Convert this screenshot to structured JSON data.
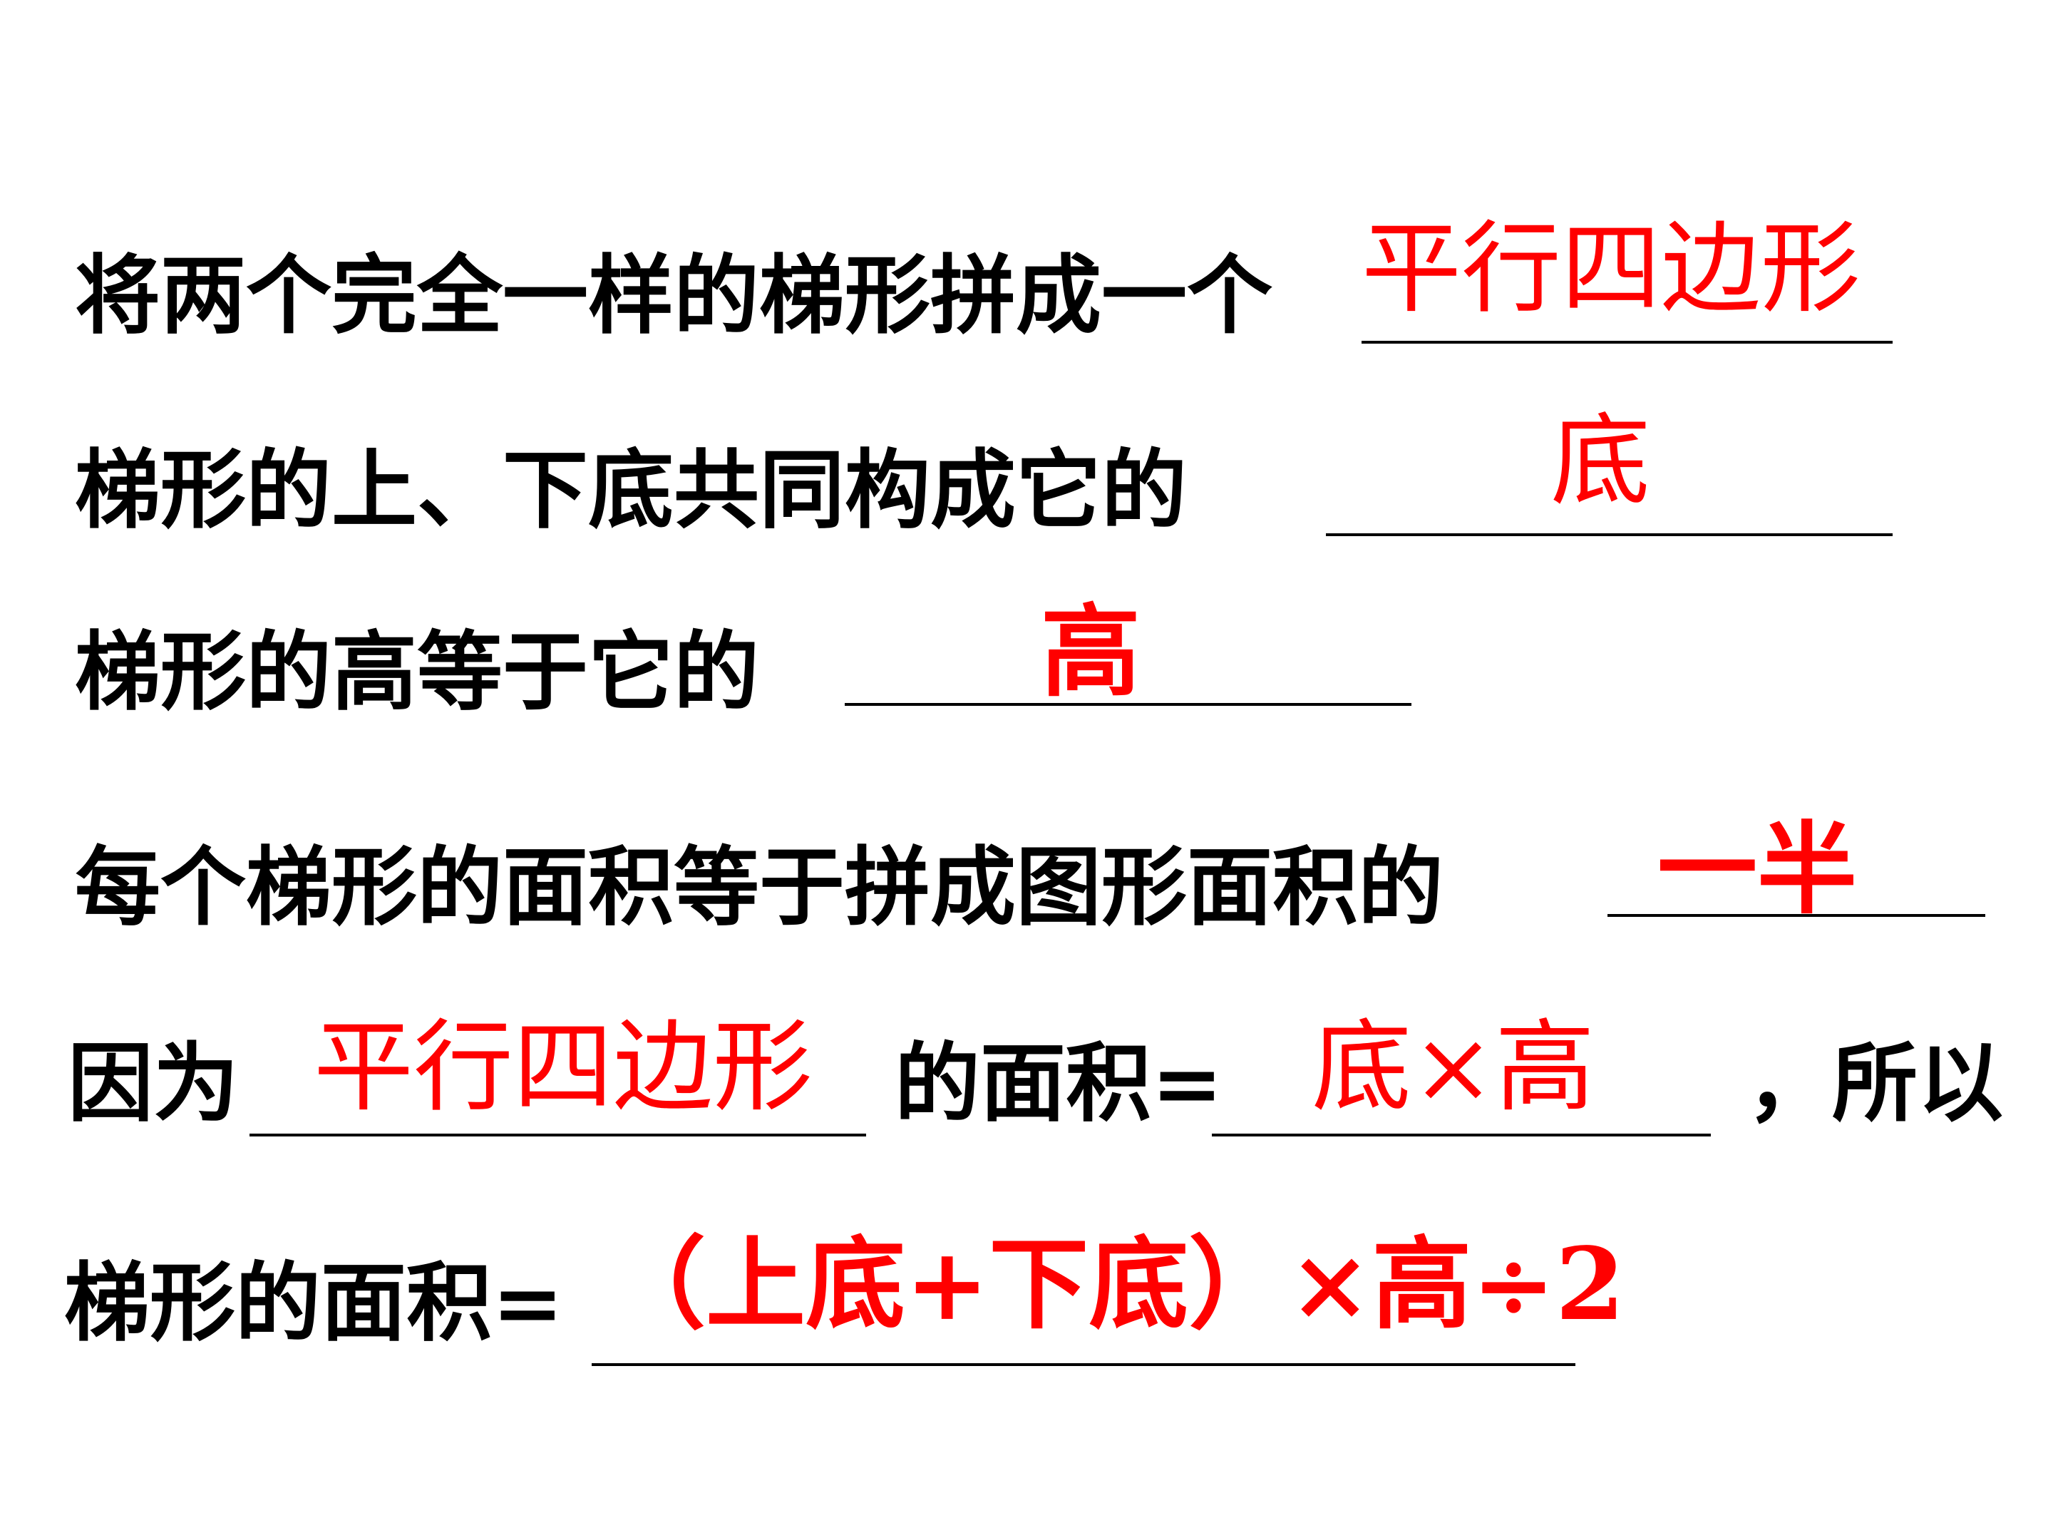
{
  "lines": [
    {
      "prompt": "将两个完全一样的梯形拼成一个",
      "answer": "平行四边形"
    },
    {
      "prompt": "梯形的上、下底共同构成它的",
      "answer": "底"
    },
    {
      "prompt": "梯形的高等于它的",
      "answer": "高"
    },
    {
      "prompt": "每个梯形的面积等于拼成图形面积的",
      "answer": "一半"
    }
  ],
  "line5": {
    "prefix": "因为",
    "answer1": "平行四边形",
    "middle": "的面积=",
    "answer2": "底×高",
    "suffix": "，所以"
  },
  "line6": {
    "prefix": "梯形的面积=",
    "answer": "（上底+下底）×高÷2"
  },
  "colors": {
    "text": "#000000",
    "answer": "#ff0000",
    "background": "#ffffff"
  }
}
